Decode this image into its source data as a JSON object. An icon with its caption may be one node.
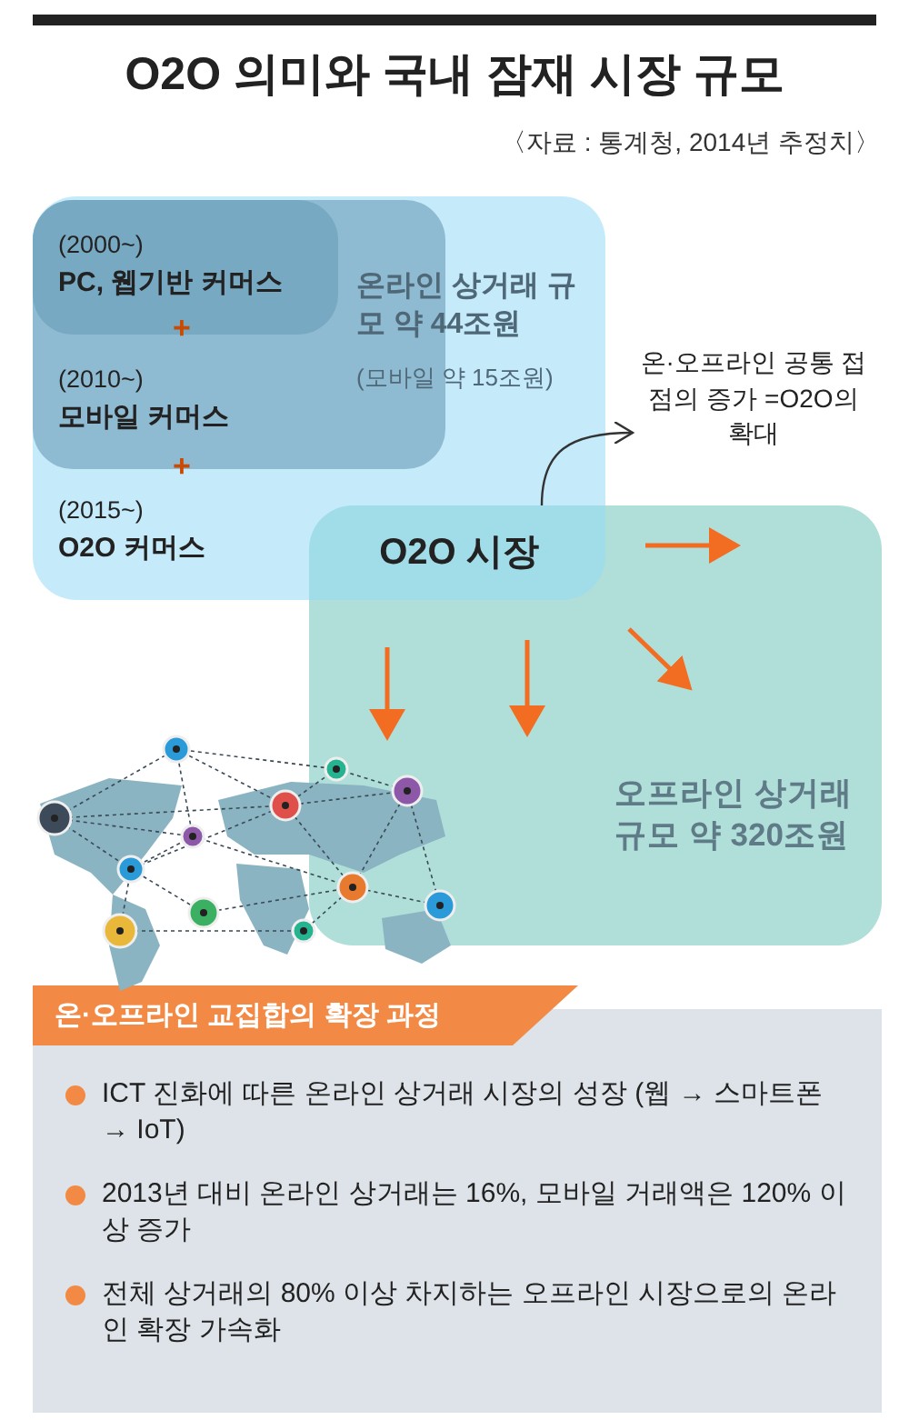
{
  "diagram": {
    "title": "O2O 의미와 국내 잠재 시장 규모",
    "nodes": [
      {
        "text": [
          "온라인 상거래 규모 약 44조원",
          "(모바일 약 15조원)",
          "(2015~)",
          "O2O 커머스"
        ]
      },
      {
        "text": [
          "(2010~)",
          "모바일 커머스"
        ],
        "in": 0
      },
      {
        "text": [
          "(2000~)",
          "PC, 웹기반 커머스"
        ],
        "in": 1
      },
      {
        "text": [
          "오프라인 상거래 규모 약 320조원"
        ]
      },
      {
        "text": [
          "O2O 시장"
        ]
      },
      {
        "text": [
          "온·오프라인 공통 접점의 증가 =O2O의 확대"
        ]
      },
      {
        "text": [
          "온·오프라인 교집합의 확장 과정",
          "ICT 진화에 따른 온라인 상거래 시장의 성장 (웹 → 스마트폰 → IoT)",
          "2013년 대비 온라인 상거래는 16%, 모바일 거래액은 120% 이상 증가",
          "전체 상거래의 80% 이상 차지하는 오프라인 시장으로의 온라인 확장 가속화"
        ]
      }
    ],
    "edges": [
      {
        "from": 4,
        "to": 5,
        "arrow": "to"
      }
    ],
    "labels": [
      "〈자료 : 통계청, 2014년 추정치〉",
      "+",
      "+"
    ]
  }
}
